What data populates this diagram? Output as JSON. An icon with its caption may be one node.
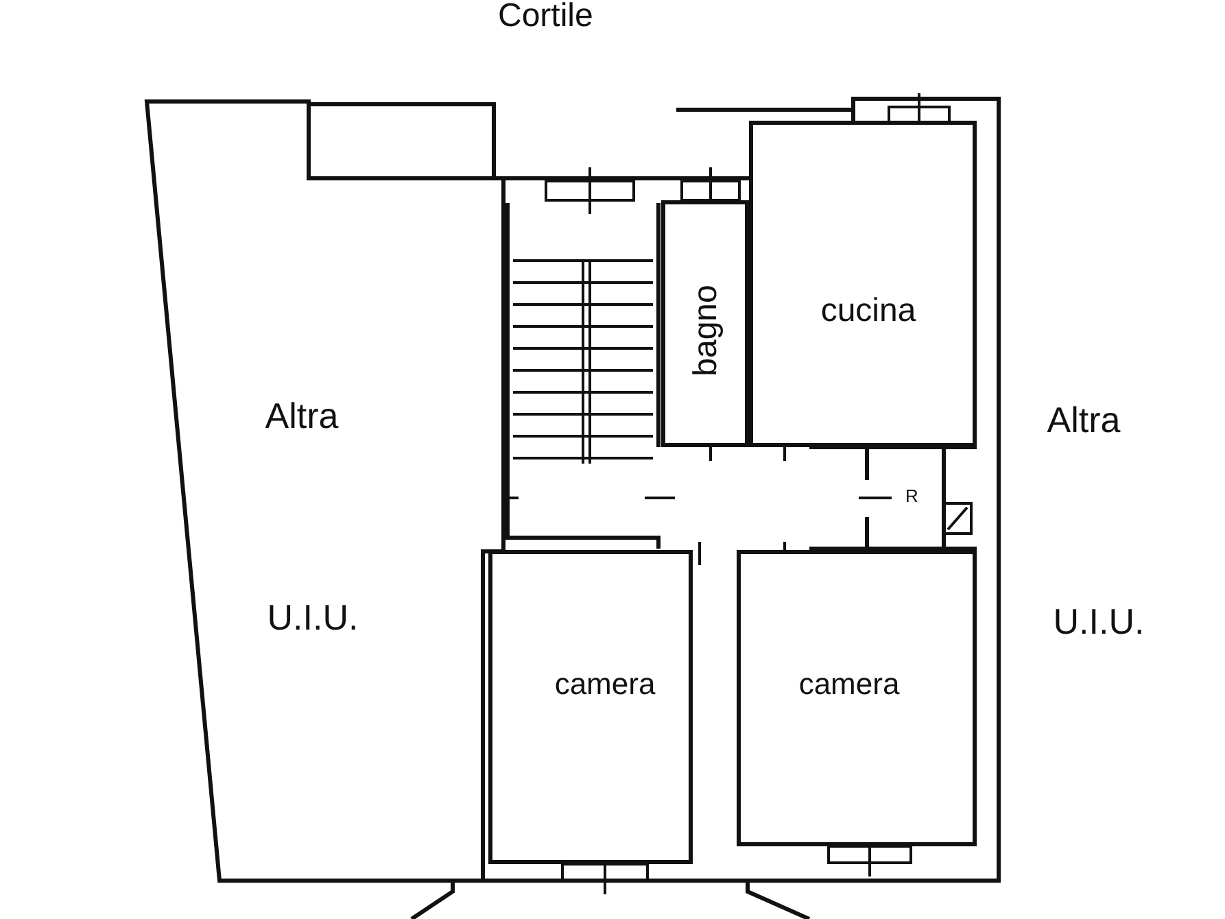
{
  "diagram": {
    "nodes": [
      {
        "text": [
          "Altra",
          "U.I.U."
        ]
      },
      {
        "text": [
          "bagno"
        ]
      },
      {
        "text": [
          "cucina"
        ]
      },
      {
        "text": [
          "Altra",
          "U.I.U."
        ]
      },
      {
        "text": [
          "camera"
        ]
      },
      {
        "text": [
          "camera"
        ]
      }
    ],
    "labels": [
      "Cortile",
      "R"
    ]
  }
}
